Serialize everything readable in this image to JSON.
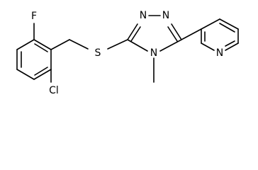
{
  "molecule": {
    "atoms": {
      "fluorine": "F",
      "chlorine": "Cl",
      "sulfur": "S",
      "triazole_n1": "N",
      "triazole_n2": "N",
      "triazole_n4": "N",
      "pyridine_n": "N"
    }
  }
}
